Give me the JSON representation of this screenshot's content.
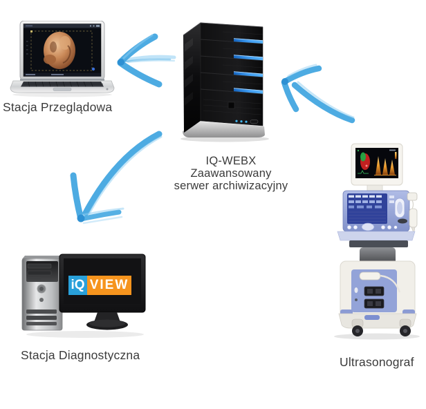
{
  "diagram": {
    "review_station": {
      "label": "Stacja Przeglądowa"
    },
    "server": {
      "lines": [
        "IQ-WEBX",
        "Zaawansowany",
        "serwer archiwizacyjny"
      ]
    },
    "diagnostic_station": {
      "label": "Stacja Diagnostyczna",
      "logo_iq": "iQ",
      "logo_view": "VIEW"
    },
    "ultrasound": {
      "label": "Ultrasonograf"
    }
  },
  "icons": {
    "review_station": "laptop-icon",
    "server": "tower-server-icon",
    "diagnostic_station": "desktop-pc-icon",
    "ultrasound": "ultrasound-cart-icon",
    "connections": "brush-arrow-icon"
  },
  "colors": {
    "arrow_blue": "#3fa5e0",
    "arrow_blue_light": "#8ecdf2",
    "server_led_blue": "#2e7fd6",
    "logo_blue": "#29a0da",
    "logo_orange": "#f6941e",
    "label_text": "#3b3b3b",
    "panel_periwinkle": "#93a3d8",
    "background": "#ffffff"
  }
}
